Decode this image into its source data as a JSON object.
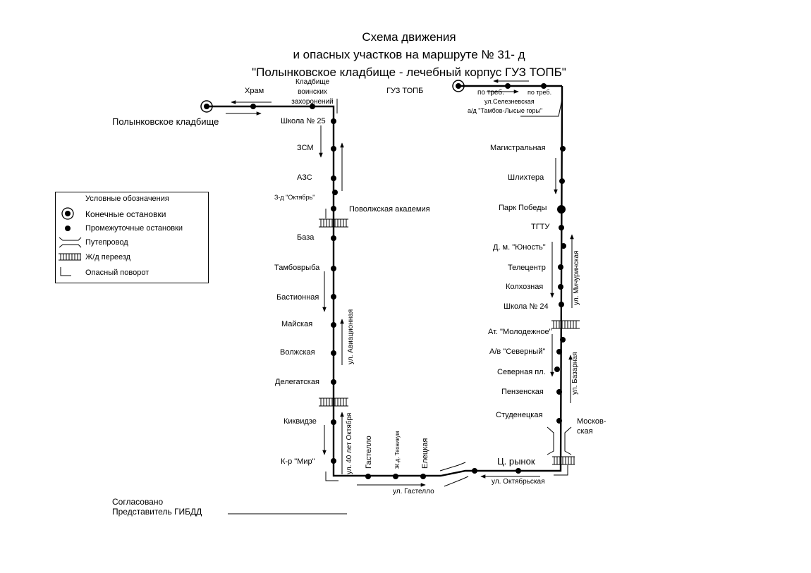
{
  "title": {
    "line1": "Схема  движения",
    "line2": "и опасных участков на маршруте № 31- д",
    "line3": "\"Полынковское кладбище      - лечебный корпус ГУЗ ТОПБ\""
  },
  "terminals": {
    "start": "Полынковское кладбище",
    "end": "ГУЗ ТОПБ"
  },
  "left_top": {
    "khram": "Храм",
    "cemetery": "Кладбище воинских захоронений"
  },
  "left_stops": [
    "Школа № 25",
    "ЗСМ",
    "АЗС",
    "З-д \"Октябрь\"",
    "Поволжская академия",
    "База",
    "Тамбоврыба",
    "Бастионная",
    "Майская",
    "Волжская",
    "Делегатская",
    "Киквидзе",
    "К-р \"Мир\""
  ],
  "bottom_stops": [
    "Гастелло",
    "Ж.д. Техникум",
    "Елецкая",
    "Ц. рынок"
  ],
  "right_top": {
    "po_treb_1": "по треб.",
    "po_treb_2": "по треб.",
    "street": "ул.Селезневская",
    "road": "а/д \"Тамбов-Лысые горы\""
  },
  "right_stops": [
    "Магистральная",
    "Шлихтера",
    "Парк Победы",
    "ТГТУ",
    "Д. м. \"Юность\"",
    "Телецентр",
    "Колхозная",
    "Школа № 24",
    "Ат. \"Молодежное\"",
    "А/в \"Северный\"",
    "Северная пл.",
    "Пензенская",
    "Студенецкая",
    "Москов-ская"
  ],
  "streets": {
    "aviation": "ул. Авиационная",
    "oktyabrya": "ул. 40 лет Октября",
    "gastello": "ул. Гастелло",
    "oktyabrskaya": "ул. Октябрьская",
    "michurinskaya": "ул. Мичуринская",
    "bazarnaya": "ул. Базарная"
  },
  "legend": {
    "title": "Условные обозначения",
    "items": [
      "Конечные остановки",
      "Промежуточные остановки",
      "Путепровод",
      "Ж/д переезд",
      "Опасный поворот"
    ]
  },
  "approval": {
    "line1": "Согласовано",
    "line2": "Представитель ГИБДД"
  }
}
